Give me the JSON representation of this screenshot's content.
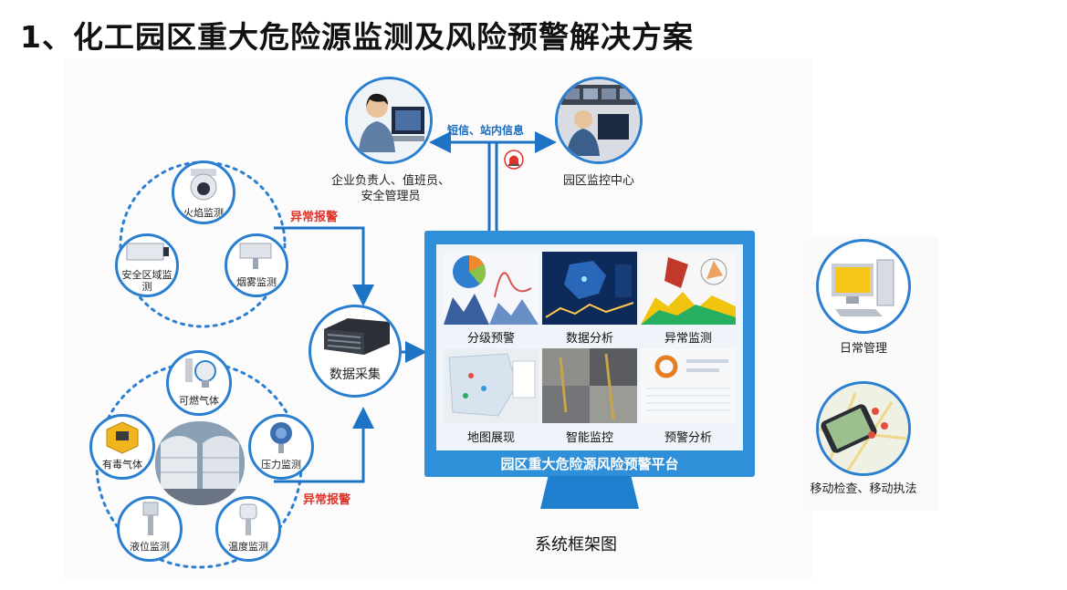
{
  "title": "1、化工园区重大危险源监测及风险预警解决方案",
  "caption": "系统框架图",
  "colors": {
    "accent": "#2b7fd0",
    "alarm": "#e0332a",
    "monitor": "#2f8fd8"
  },
  "top_left_node": "企业负责人、值班员、安全管理员",
  "top_right_node": "园区监控中心",
  "message_label": "短信、站内信息",
  "collector": "数据采集",
  "alarm_label": "异常报警",
  "upper_sensors": [
    "火焰监测",
    "安全区域监测",
    "烟雾监测"
  ],
  "lower_sensors": [
    "可燃气体",
    "有毒气体",
    "压力监测",
    "液位监测",
    "温度监测"
  ],
  "platform": {
    "name": "园区重大危险源风险预警平台",
    "modules": [
      "分级预警",
      "数据分析",
      "异常监测",
      "地图展现",
      "智能监控",
      "预警分析"
    ]
  },
  "right_nodes": [
    "日常管理",
    "移动检查、移动执法"
  ]
}
